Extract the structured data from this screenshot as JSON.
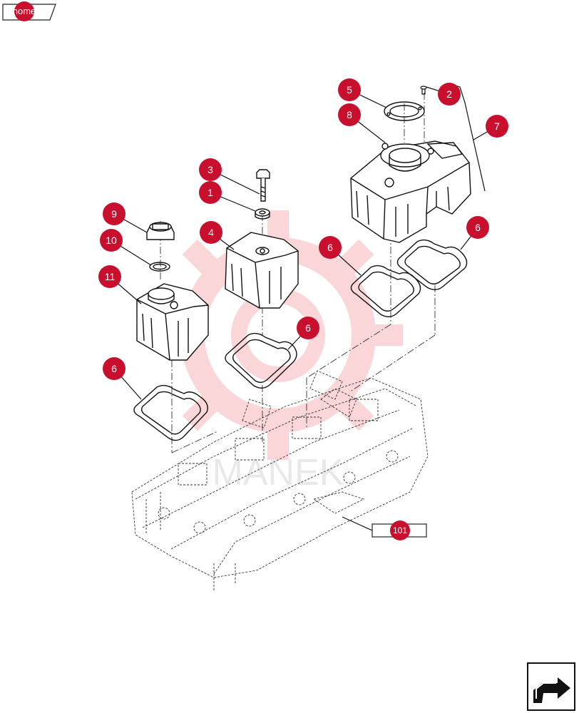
{
  "nav": {
    "home_label": "home",
    "ref_label": "101"
  },
  "callouts": [
    "1",
    "2",
    "3",
    "4",
    "5",
    "6",
    "6",
    "6",
    "6",
    "7",
    "8",
    "9",
    "10",
    "11"
  ],
  "colors": {
    "callout": "#c8102e",
    "line": "#1a1a1a",
    "watermark": "#e8202f"
  },
  "icons": {
    "next_page": "arrow-next-page-icon",
    "home": "home-tab-icon"
  }
}
